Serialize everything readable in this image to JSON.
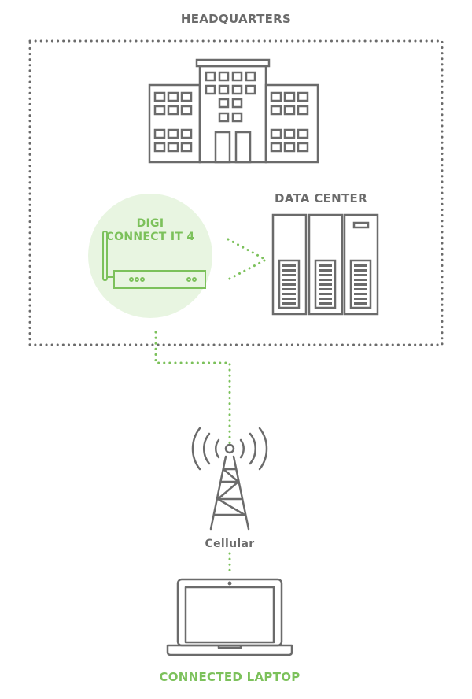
{
  "labels": {
    "headquarters": "HEADQUARTERS",
    "data_center": "DATA CENTER",
    "device_line1": "DIGI",
    "device_line2": "CONNECT IT 4",
    "cellular": "Cellular",
    "laptop": "CONNECTED LAPTOP"
  },
  "colors": {
    "gray": "#6b6b6b",
    "green": "#7cc15b",
    "green_fill": "#e8f5e1"
  },
  "icons": [
    "building-icon",
    "router-icon",
    "server-rack-icon",
    "cell-tower-icon",
    "laptop-icon"
  ]
}
